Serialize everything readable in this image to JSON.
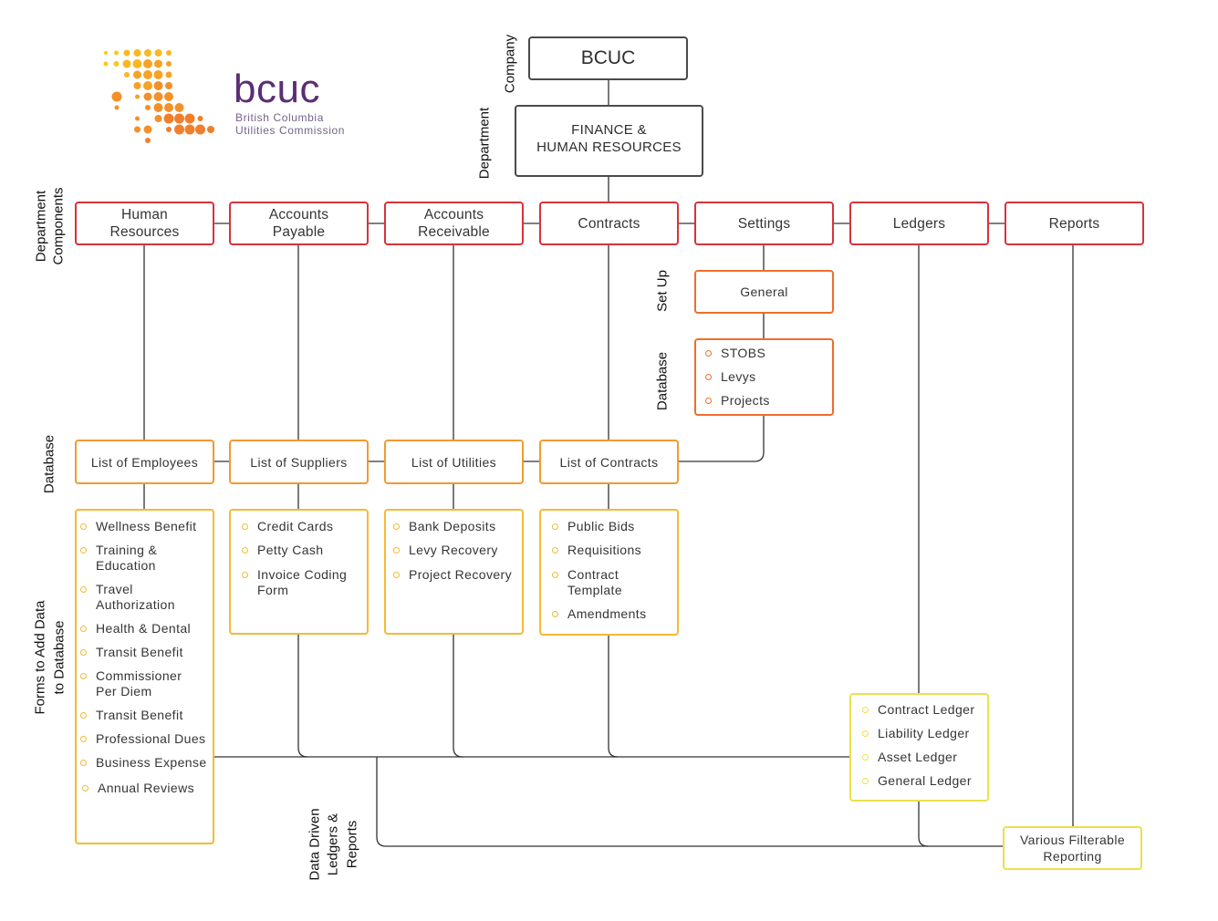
{
  "logo": {
    "wordmark": "bcuc",
    "name_line1": "British Columbia",
    "name_line2": "Utilities Commission"
  },
  "labels": {
    "company": [
      "Company"
    ],
    "department": [
      "Department"
    ],
    "department_components": [
      "Department",
      "Components"
    ],
    "set_up": [
      "Set Up"
    ],
    "settings_database": [
      "Database"
    ],
    "database": [
      "Database"
    ],
    "forms": [
      "Forms to Add Data",
      "to Database"
    ],
    "outputs": [
      "Data Driven",
      "Ledgers &",
      "Reports"
    ]
  },
  "company": {
    "title": "BCUC"
  },
  "department": {
    "title": "FINANCE &\nHUMAN RESOURCES"
  },
  "components": {
    "human_resources": {
      "title": "Human\nResources",
      "database": "List of Employees",
      "forms": [
        "Wellness Benefit",
        "Training &\nEducation",
        "Travel\nAuthorization",
        "Health & Dental",
        "Transit Benefit",
        "Commissioner\nPer Diem",
        "Transit Benefit",
        "Professional Dues",
        "Business Expense",
        "Annual Reviews"
      ]
    },
    "accounts_payable": {
      "title": "Accounts\nPayable",
      "database": "List of Suppliers",
      "forms": [
        "Credit Cards",
        "Petty Cash",
        "Invoice Coding\nForm"
      ]
    },
    "accounts_receivable": {
      "title": "Accounts\nReceivable",
      "database": "List of Utilities",
      "forms": [
        "Bank Deposits",
        "Levy Recovery",
        "Project Recovery"
      ]
    },
    "contracts": {
      "title": "Contracts",
      "database": "List of Contracts",
      "forms": [
        "Public Bids",
        "Requisitions",
        "Contract\nTemplate",
        "Amendments"
      ]
    },
    "settings": {
      "title": "Settings",
      "setup": "General",
      "database": [
        "STOBS",
        "Levys",
        "Projects"
      ]
    },
    "ledgers": {
      "title": "Ledgers",
      "items": [
        "Contract Ledger",
        "Liability Ledger",
        "Asset Ledger",
        "General Ledger"
      ]
    },
    "reports": {
      "title": "Reports",
      "output": "Various Filterable\nReporting"
    }
  },
  "colors": {
    "company_border": "#4a4a4a",
    "component_border": "#d8323b",
    "setup_border": "#ee6e2c",
    "database_border": "#f29a30",
    "forms_border": "#f6b935",
    "ledger_border": "#ece04a",
    "connector": "#333333",
    "logo_purple": "#5c2d73",
    "logo_grey": "#75638a"
  }
}
